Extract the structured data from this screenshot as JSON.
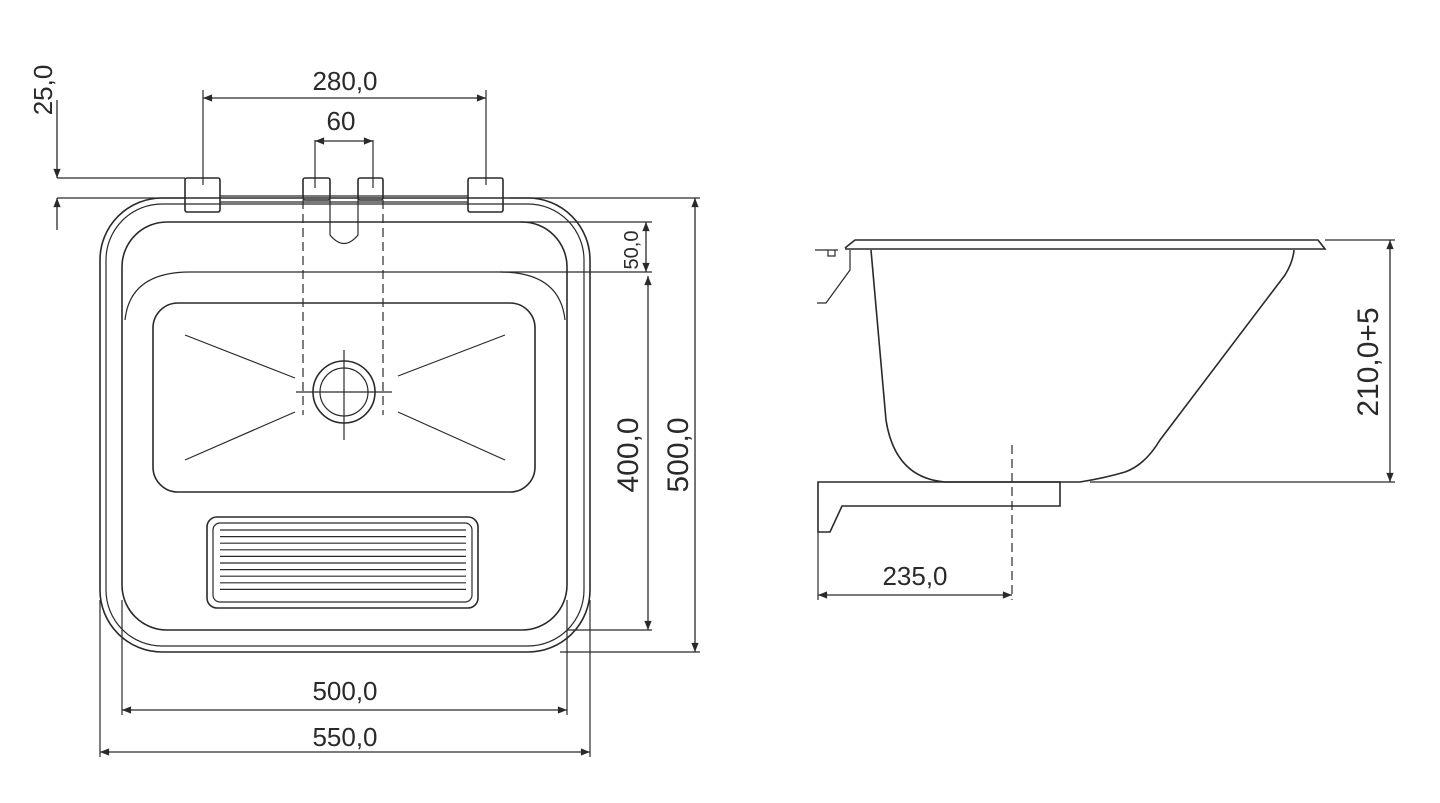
{
  "top_view": {
    "dimensions": {
      "rim_thickness": "25,0",
      "tap_spacing": "280,0",
      "slot_width": "60",
      "rim_offset": "50,0",
      "bowl_depth_length": "400,0",
      "overall_length": "500,0",
      "inner_width": "500,0",
      "overall_width": "550,0"
    }
  },
  "side_view": {
    "dimensions": {
      "depth": "210,0+5",
      "bracket_offset": "235,0"
    }
  },
  "colors": {
    "line": "#2a2a2a",
    "background": "#ffffff"
  }
}
